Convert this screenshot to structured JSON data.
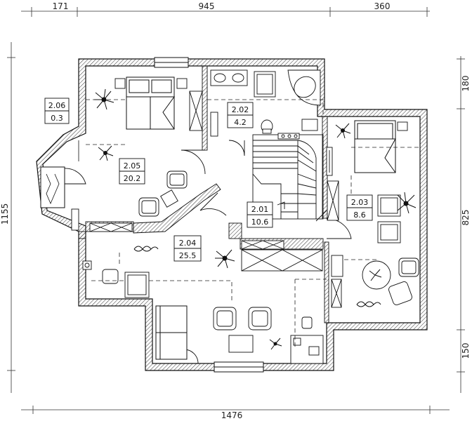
{
  "dimensions": {
    "top": [
      "171",
      "945",
      "360"
    ],
    "right": [
      "180",
      "825",
      "150"
    ],
    "left": "1155",
    "bottom": "1476"
  },
  "rooms": [
    {
      "id": "2.01",
      "area": "10.6"
    },
    {
      "id": "2.02",
      "area": "4.2"
    },
    {
      "id": "2.03",
      "area": "8.6"
    },
    {
      "id": "2.04",
      "area": "25.5"
    },
    {
      "id": "2.05",
      "area": "20.2"
    },
    {
      "id": "2.06",
      "area": "0.3"
    }
  ],
  "colors": {
    "line": "#111111",
    "wall_hatch": "#444444",
    "furniture": "#222222",
    "background": "#ffffff"
  }
}
